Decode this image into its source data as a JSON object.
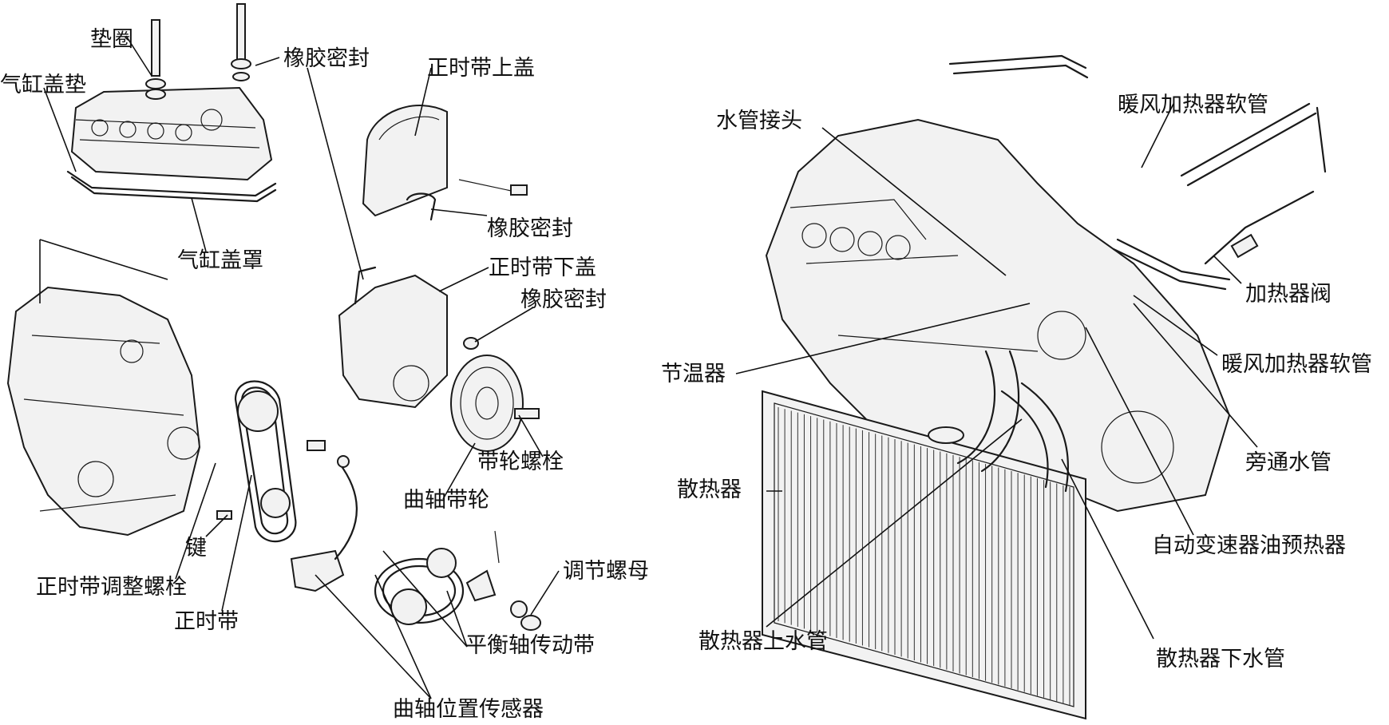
{
  "left_diagram": {
    "labels": {
      "washer": "垫圈",
      "cylinder_head_gasket": "气缸盖垫",
      "rubber_seal_top": "橡胶密封",
      "timing_belt_upper_cover": "正时带上盖",
      "rubber_seal_mid": "橡胶密封",
      "timing_belt_lower_cover": "正时带下盖",
      "rubber_seal_lower": "橡胶密封",
      "cylinder_head_cover": "气缸盖罩",
      "pulley_bolt": "带轮螺栓",
      "crankshaft_pulley": "曲轴带轮",
      "key": "键",
      "adjusting_nut": "调节螺母",
      "timing_belt_adjusting_bolt": "正时带调整螺栓",
      "timing_belt": "正时带",
      "balance_shaft_belt": "平衡轴传动带",
      "crankshaft_position_sensor": "曲轴位置传感器"
    }
  },
  "right_diagram": {
    "labels": {
      "water_pipe_joint": "水管接头",
      "heater_hose_top": "暖风加热器软管",
      "heater_valve": "加热器阀",
      "heater_hose_bottom": "暖风加热器软管",
      "thermostat": "节温器",
      "bypass_pipe": "旁通水管",
      "radiator": "散热器",
      "atf_warmer": "自动变速器油预热器",
      "radiator_upper_hose": "散热器上水管",
      "radiator_lower_hose": "散热器下水管"
    }
  }
}
